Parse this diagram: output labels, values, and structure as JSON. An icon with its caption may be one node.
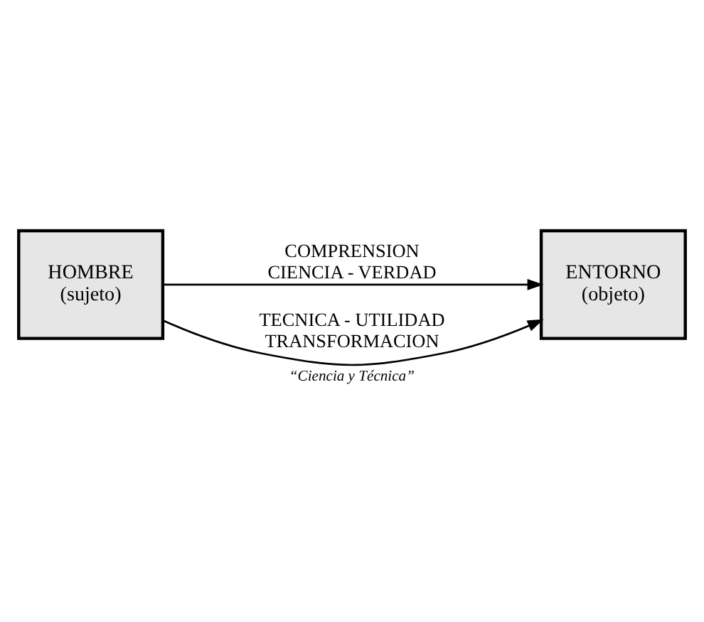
{
  "diagram": {
    "caption": "“Ciencia y Técnica”",
    "nodes": [
      {
        "text": [
          "HOMBRE",
          "(sujeto)"
        ]
      },
      {
        "text": [
          "ENTORNO",
          "(objeto)"
        ]
      }
    ],
    "edges": [
      {
        "from": 0,
        "to": 1,
        "arrow": "to",
        "label": "COMPRENSION CIENCIA - VERDAD"
      },
      {
        "from": 0,
        "to": 1,
        "arrow": "to",
        "label": "TECNICA - UTILIDAD TRANSFORMACION"
      }
    ]
  }
}
